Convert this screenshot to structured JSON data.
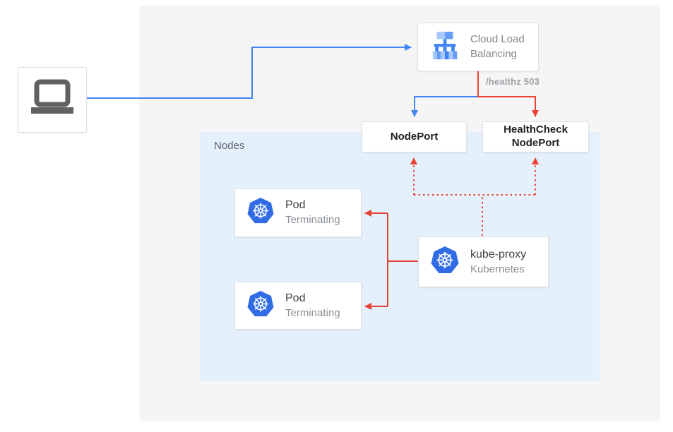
{
  "colors": {
    "traffic_blue": "#4285f4",
    "health_red": "#ea4335",
    "kubernetes_blue": "#326ce5",
    "panel_bg": "#f5f5f5",
    "nodes_bg": "#e4f0fb",
    "box_border": "#dfe1e5",
    "muted_text": "#80868b",
    "dark_text": "#202124",
    "healthz_text": "#9aa0a6",
    "laptop_gray": "#616161"
  },
  "load_balancer": {
    "label": "Cloud Load Balancing"
  },
  "health_check": {
    "label": "/healthz 503"
  },
  "node_port": {
    "label": "NodePort"
  },
  "health_check_node_port": {
    "label": "HealthCheck NodePort"
  },
  "nodes": {
    "label": "Nodes"
  },
  "pods": [
    {
      "title": "Pod",
      "status": "Terminating"
    },
    {
      "title": "Pod",
      "status": "Terminating"
    }
  ],
  "kube_proxy": {
    "title": "kube-proxy",
    "subtitle": "Kubernetes"
  }
}
